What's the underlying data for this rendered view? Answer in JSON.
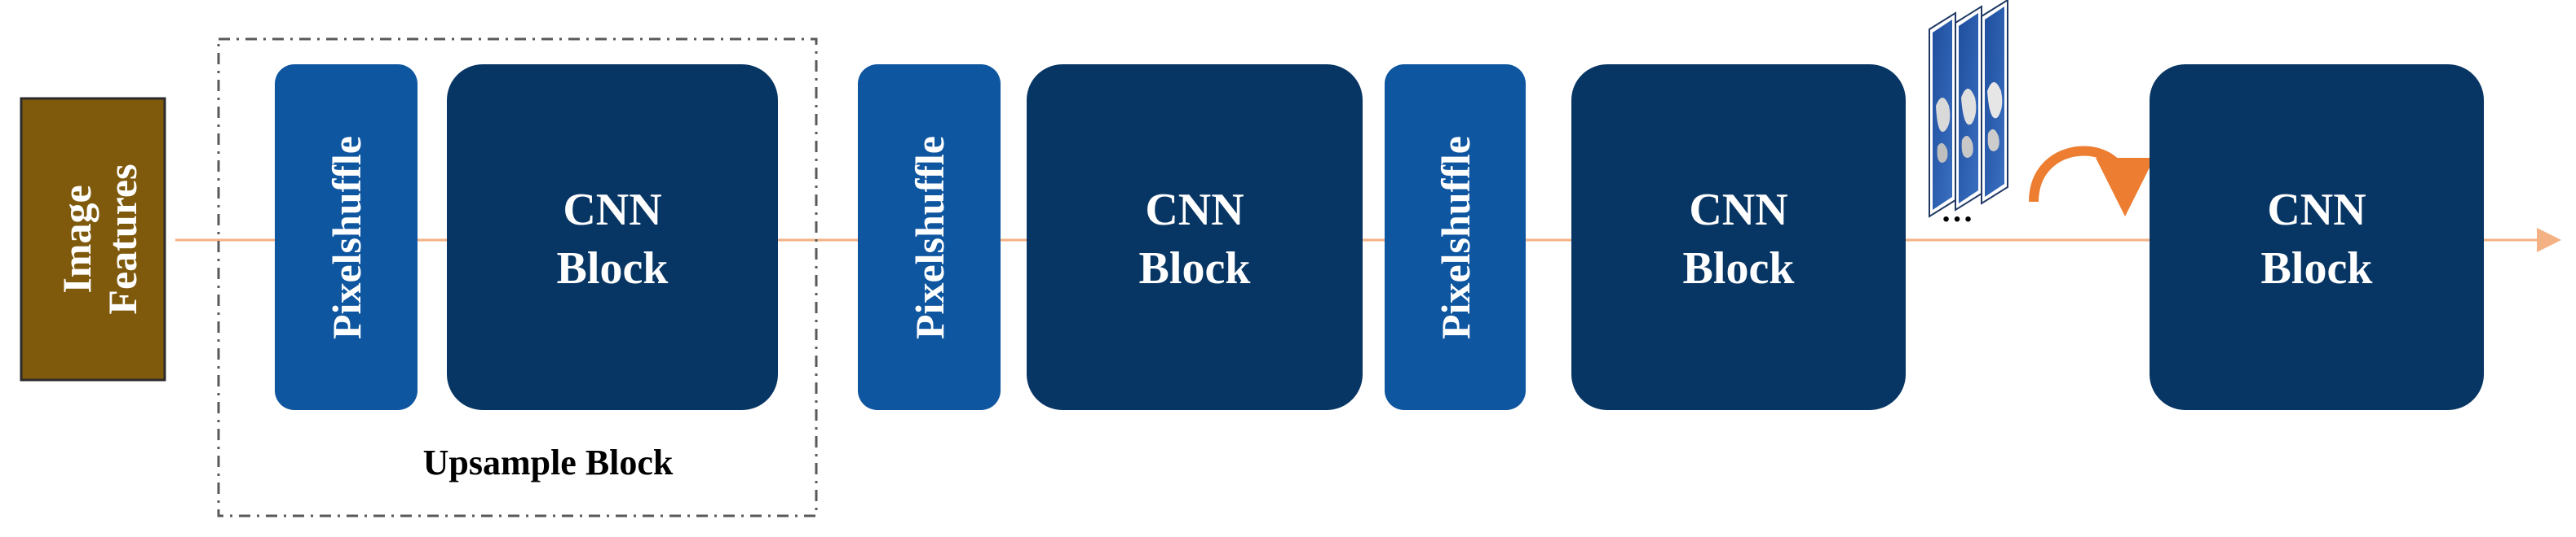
{
  "input_block": {
    "line1": "Image",
    "line2": "Features"
  },
  "upsample_group": {
    "caption": "Upsample Block"
  },
  "pixelshuffle_blocks": [
    {
      "label": "Pixelshuffle"
    },
    {
      "label": "Pixelshuffle"
    },
    {
      "label": "Pixelshuffle"
    }
  ],
  "cnn_blocks": [
    {
      "line1": "CNN",
      "line2": "Block"
    },
    {
      "line1": "CNN",
      "line2": "Block"
    },
    {
      "line1": "CNN",
      "line2": "Block"
    },
    {
      "line1": "CNN",
      "line2": "Block"
    }
  ],
  "feature_maps": {
    "ellipsis": "…",
    "icon": "feature-map-stack-icon",
    "recurrence_icon": "curved-arrow-icon"
  },
  "colors": {
    "input_fill": "#7f5a0c",
    "pixelshuffle_fill": "#0f56a0",
    "cnn_fill": "#083664",
    "flow_line": "#f4b183",
    "curved_arrow": "#ed7d31"
  }
}
